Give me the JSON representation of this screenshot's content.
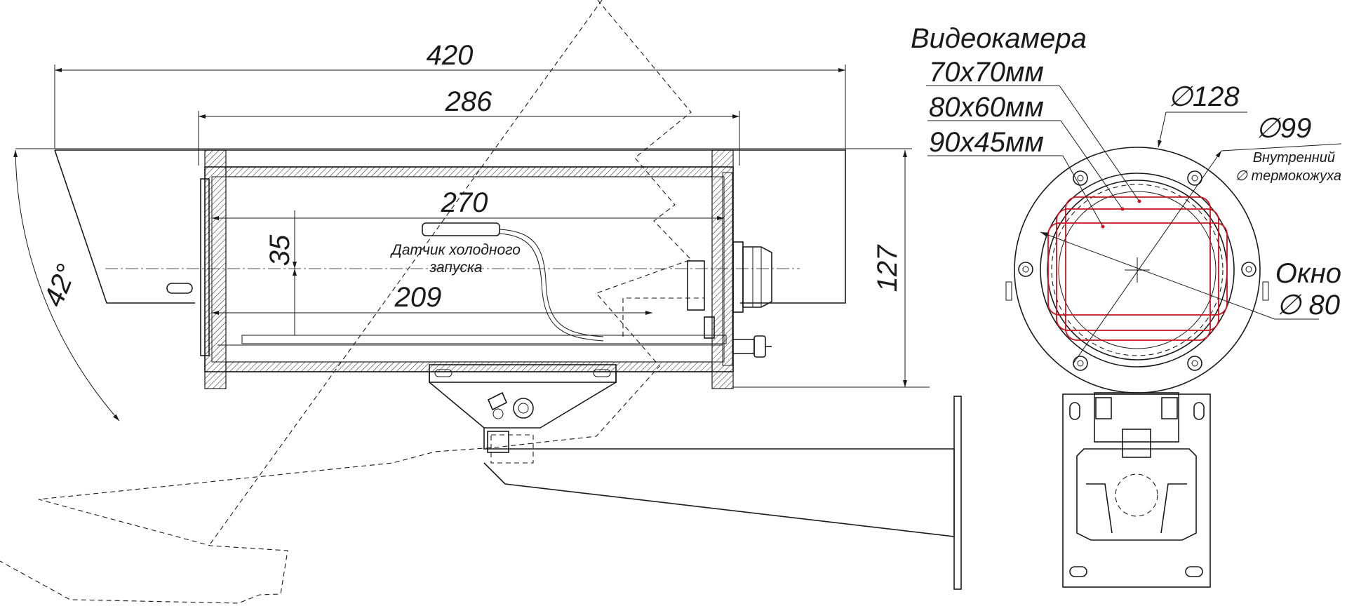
{
  "dimensions": {
    "overall_length": "420",
    "housing_length": "286",
    "inner_length": "270",
    "lower_length": "209",
    "offset_height": "35",
    "height": "127",
    "tilt_angle": "42°",
    "outer_diameter": "∅128",
    "inner_diameter": "∅99"
  },
  "labels": {
    "sensor_line1": "Датчик холодного",
    "sensor_line2": "запуска",
    "camera_title": "Видеокамера",
    "camera_size_1": "70x70мм",
    "camera_size_2": "80x60мм",
    "camera_size_3": "90x45мм",
    "inner_note_line1": "Внутренний",
    "inner_note_line2": "∅ термокожуха",
    "window_line1": "Окно",
    "window_line2": "∅ 80"
  },
  "colors": {
    "line": "#1a1a1a",
    "camera_outline": "#c8141e"
  }
}
